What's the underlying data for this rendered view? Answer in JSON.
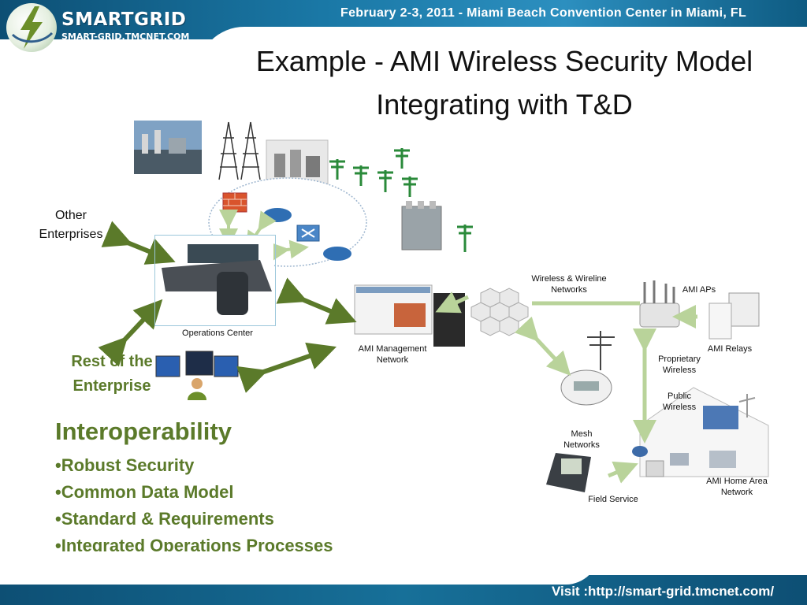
{
  "header": {
    "event": "February 2-3, 2011 - Miami Beach Convention Center in Miami, FL",
    "logo_name": "SMARTGRID",
    "logo_url": "SMART-GRID.TMCNET.COM"
  },
  "title": {
    "line1": "Example - AMI Wireless Security Model",
    "line2": "Integrating with T&D"
  },
  "labels": {
    "other_enterprises_1": "Other",
    "other_enterprises_2": "Enterprises",
    "operations_center": "Operations Center",
    "rest_enterprise_1": "Rest of the",
    "rest_enterprise_2": "Enterprise",
    "ami_mgmt_1": "AMI Management",
    "ami_mgmt_2": "Network",
    "wireless_wireline_1": "Wireless & Wireline",
    "wireless_wireline_2": "Networks",
    "ami_aps": "AMI APs",
    "ami_relays": "AMI Relays",
    "proprietary_1": "Proprietary",
    "proprietary_2": "Wireless",
    "public_1": "Public",
    "public_2": "Wireless",
    "mesh_1": "Mesh",
    "mesh_2": "Networks",
    "field_service": "Field Service",
    "home_area_1": "AMI Home Area",
    "home_area_2": "Network"
  },
  "interop": {
    "heading": "Interoperability",
    "bullets": [
      "Robust Security",
      "Common Data Model",
      "Standard & Requirements",
      "Integrated Operations Processes"
    ]
  },
  "footer": {
    "visit": "Visit :http://smart-grid.tmcnet.com/"
  },
  "colors": {
    "band": "#1a78a6",
    "arrow_dark": "#5b7a2a",
    "arrow_light": "#b9d39a",
    "text_green": "#5b7a2a"
  }
}
